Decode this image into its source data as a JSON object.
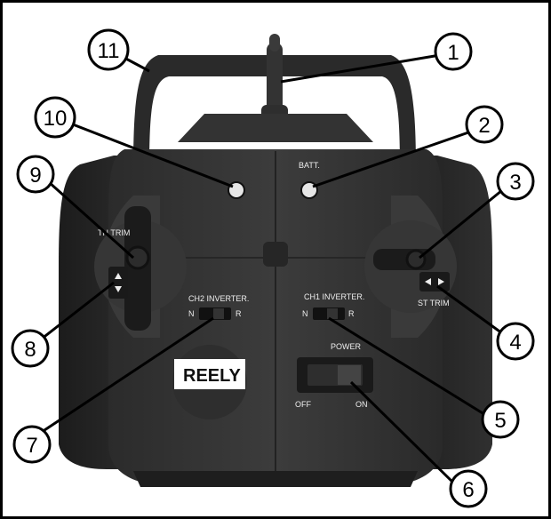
{
  "labels": {
    "batt": "BATT.",
    "ch1_inverter": "CH1 INVERTER.",
    "ch2_inverter": "CH2 INVERTER.",
    "ch1_n": "N",
    "ch1_r": "R",
    "ch2_n": "N",
    "ch2_r": "R",
    "power": "POWER",
    "off": "OFF",
    "on": "ON",
    "brand": "REELY",
    "st_trim": "ST TRIM",
    "th_trim": "TH TRIM"
  },
  "callouts": [
    {
      "number": "1"
    },
    {
      "number": "2"
    },
    {
      "number": "3"
    },
    {
      "number": "4"
    },
    {
      "number": "5"
    },
    {
      "number": "6"
    },
    {
      "number": "7"
    },
    {
      "number": "8"
    },
    {
      "number": "9"
    },
    {
      "number": "10"
    },
    {
      "number": "11"
    }
  ]
}
